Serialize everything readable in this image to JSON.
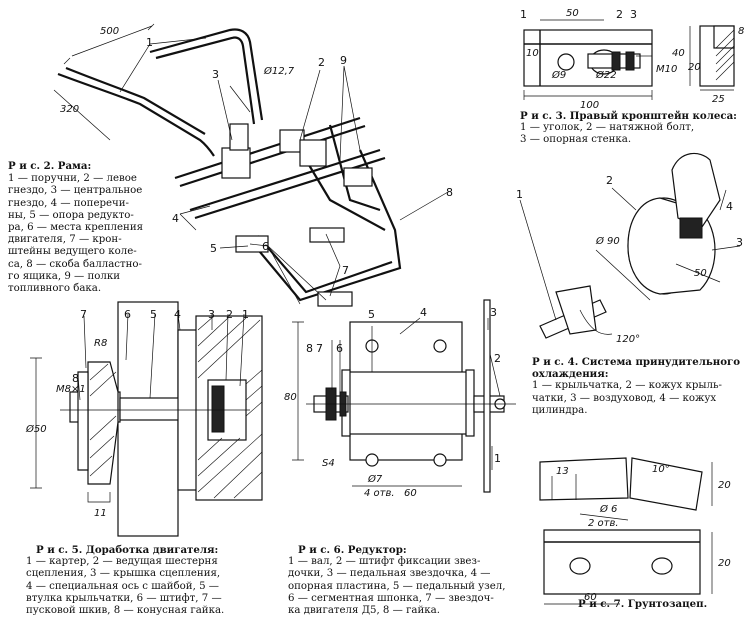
{
  "fig2": {
    "title": "Р и с. 2. Рама:",
    "lines": [
      "1 — поручни, 2 — левое",
      "гнездо, 3 — центральное",
      "гнездо, 4 — поперечи-",
      "ны, 5 — опора редукто-",
      "ра, 6 — места крепления",
      "двигателя, 7 — крон-",
      "штейны ведущего коле-",
      "са, 8 — скоба балластно-",
      "го ящика, 9 — полки",
      "топливного бака."
    ],
    "labels": [
      "1",
      "2",
      "3",
      "4",
      "5",
      "6",
      "7",
      "8",
      "9"
    ],
    "dims": [
      "500",
      "320",
      "Ø12,7"
    ]
  },
  "fig3": {
    "title": "Р и с. 3. Правый кронштейн колеса:",
    "lines": [
      "1 — уголок, 2 — натяжной болт,",
      "3 — опорная стенка."
    ],
    "labels": [
      "1",
      "2",
      "3"
    ],
    "dims": [
      "50",
      "10",
      "Ø9",
      "Ø22",
      "M10",
      "100",
      "40",
      "20",
      "8",
      "25"
    ]
  },
  "fig4": {
    "title": "Р и с. 4. Система принудительного",
    "title2": "охлаждения:",
    "lines": [
      "1 — крыльчатка, 2 — кожух крыль-",
      "чатки, 3 — воздуховод, 4 — кожух",
      "цилиндра."
    ],
    "labels": [
      "1",
      "2",
      "3",
      "4"
    ],
    "dims": [
      "Ø 90",
      "50",
      "120°"
    ]
  },
  "fig5": {
    "title": "Р и с. 5. Доработка двигателя:",
    "lines": [
      "1 — картер, 2 — ведущая шестерня",
      "сцепления, 3 — крышка сцепления,",
      "4 — специальная ось с шайбой, 5 —",
      "втулка крыльчатки, 6 — штифт, 7 —",
      "пусковой шкив, 8 — конусная гайка."
    ],
    "labels": [
      "7",
      "6",
      "5",
      "4",
      "3",
      "2",
      "1",
      "8"
    ],
    "dims": [
      "R8",
      "M8×1",
      "Ø50",
      "11"
    ]
  },
  "fig6": {
    "title": "Р и с. 6. Редуктор:",
    "lines": [
      "1 — вал, 2 — штифт фиксации звез-",
      "дочки, 3 — педальная звездочка, 4 —",
      "опорная пластина, 5 — педальный узел,",
      "6 — сегментная шпонка, 7 — звездоч-",
      "ка двигателя Д5, 8 — гайка."
    ],
    "labels": [
      "5",
      "4",
      "3",
      "8",
      "7",
      "6",
      "2",
      "1"
    ],
    "dims": [
      "80",
      "S4",
      "Ø7",
      "4 отв.",
      "60"
    ]
  },
  "fig7": {
    "title": "Р и с. 7. Грунтозацеп.",
    "dims": [
      "13",
      "10°",
      "20",
      "Ø 6",
      "2 отв.",
      "60",
      "20"
    ]
  }
}
